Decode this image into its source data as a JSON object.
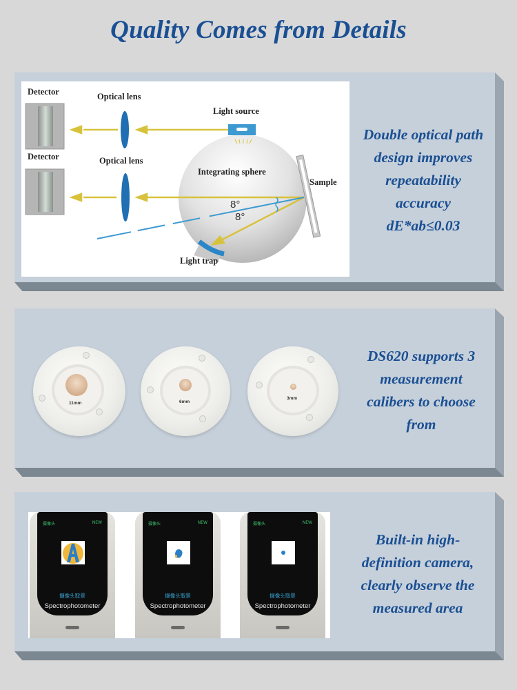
{
  "page": {
    "title": "Quality Comes from Details",
    "colors": {
      "background": "#d8d8d8",
      "panel_face": "#c6d0da",
      "panel_side": "#9aa5b0",
      "panel_bottom": "#7b8791",
      "accent_text": "#1a4f93",
      "ray_yellow": "#d8c23c",
      "ray_blue": "#3d9ad1",
      "lens_blue": "#1f6fb2"
    }
  },
  "panels": [
    {
      "id": "optical-path",
      "caption_lines": [
        "Double optical path",
        "design improves",
        "repeatability",
        "accuracy",
        "dE*ab≤0.03"
      ],
      "diagram": {
        "labels": {
          "detector_top": "Detector",
          "detector_bottom": "Detector",
          "lens_top": "Optical lens",
          "lens_bottom": "Optical lens",
          "light_source": "Light source",
          "integrating_sphere": "Integrating sphere",
          "sample": "Sample",
          "light_trap": "Light trap",
          "angle_1": "8°",
          "angle_2": "8°"
        }
      }
    },
    {
      "id": "calibers",
      "caption_lines": [
        "DS620 supports 3",
        "measurement",
        "calibers to choose",
        "from"
      ],
      "apertures": [
        {
          "label": "11mm"
        },
        {
          "label": "6mm"
        },
        {
          "label": "3mm"
        }
      ]
    },
    {
      "id": "camera",
      "caption_lines": [
        "Built-in high-",
        "definition camera,",
        "clearly observe the",
        "measured area"
      ],
      "phones": [
        {
          "top_label": "摄像头",
          "top_right": "NEW",
          "screen_caption": "摄像头取景",
          "device_name": "Spectrophotometer",
          "view": "letter-A"
        },
        {
          "top_label": "摄像头",
          "top_right": "NEW",
          "screen_caption": "摄像头取景",
          "device_name": "Spectrophotometer",
          "view": "partial"
        },
        {
          "top_label": "摄像头",
          "top_right": "NEW",
          "screen_caption": "摄像头取景",
          "device_name": "Spectrophotometer",
          "view": "dot"
        }
      ]
    }
  ]
}
